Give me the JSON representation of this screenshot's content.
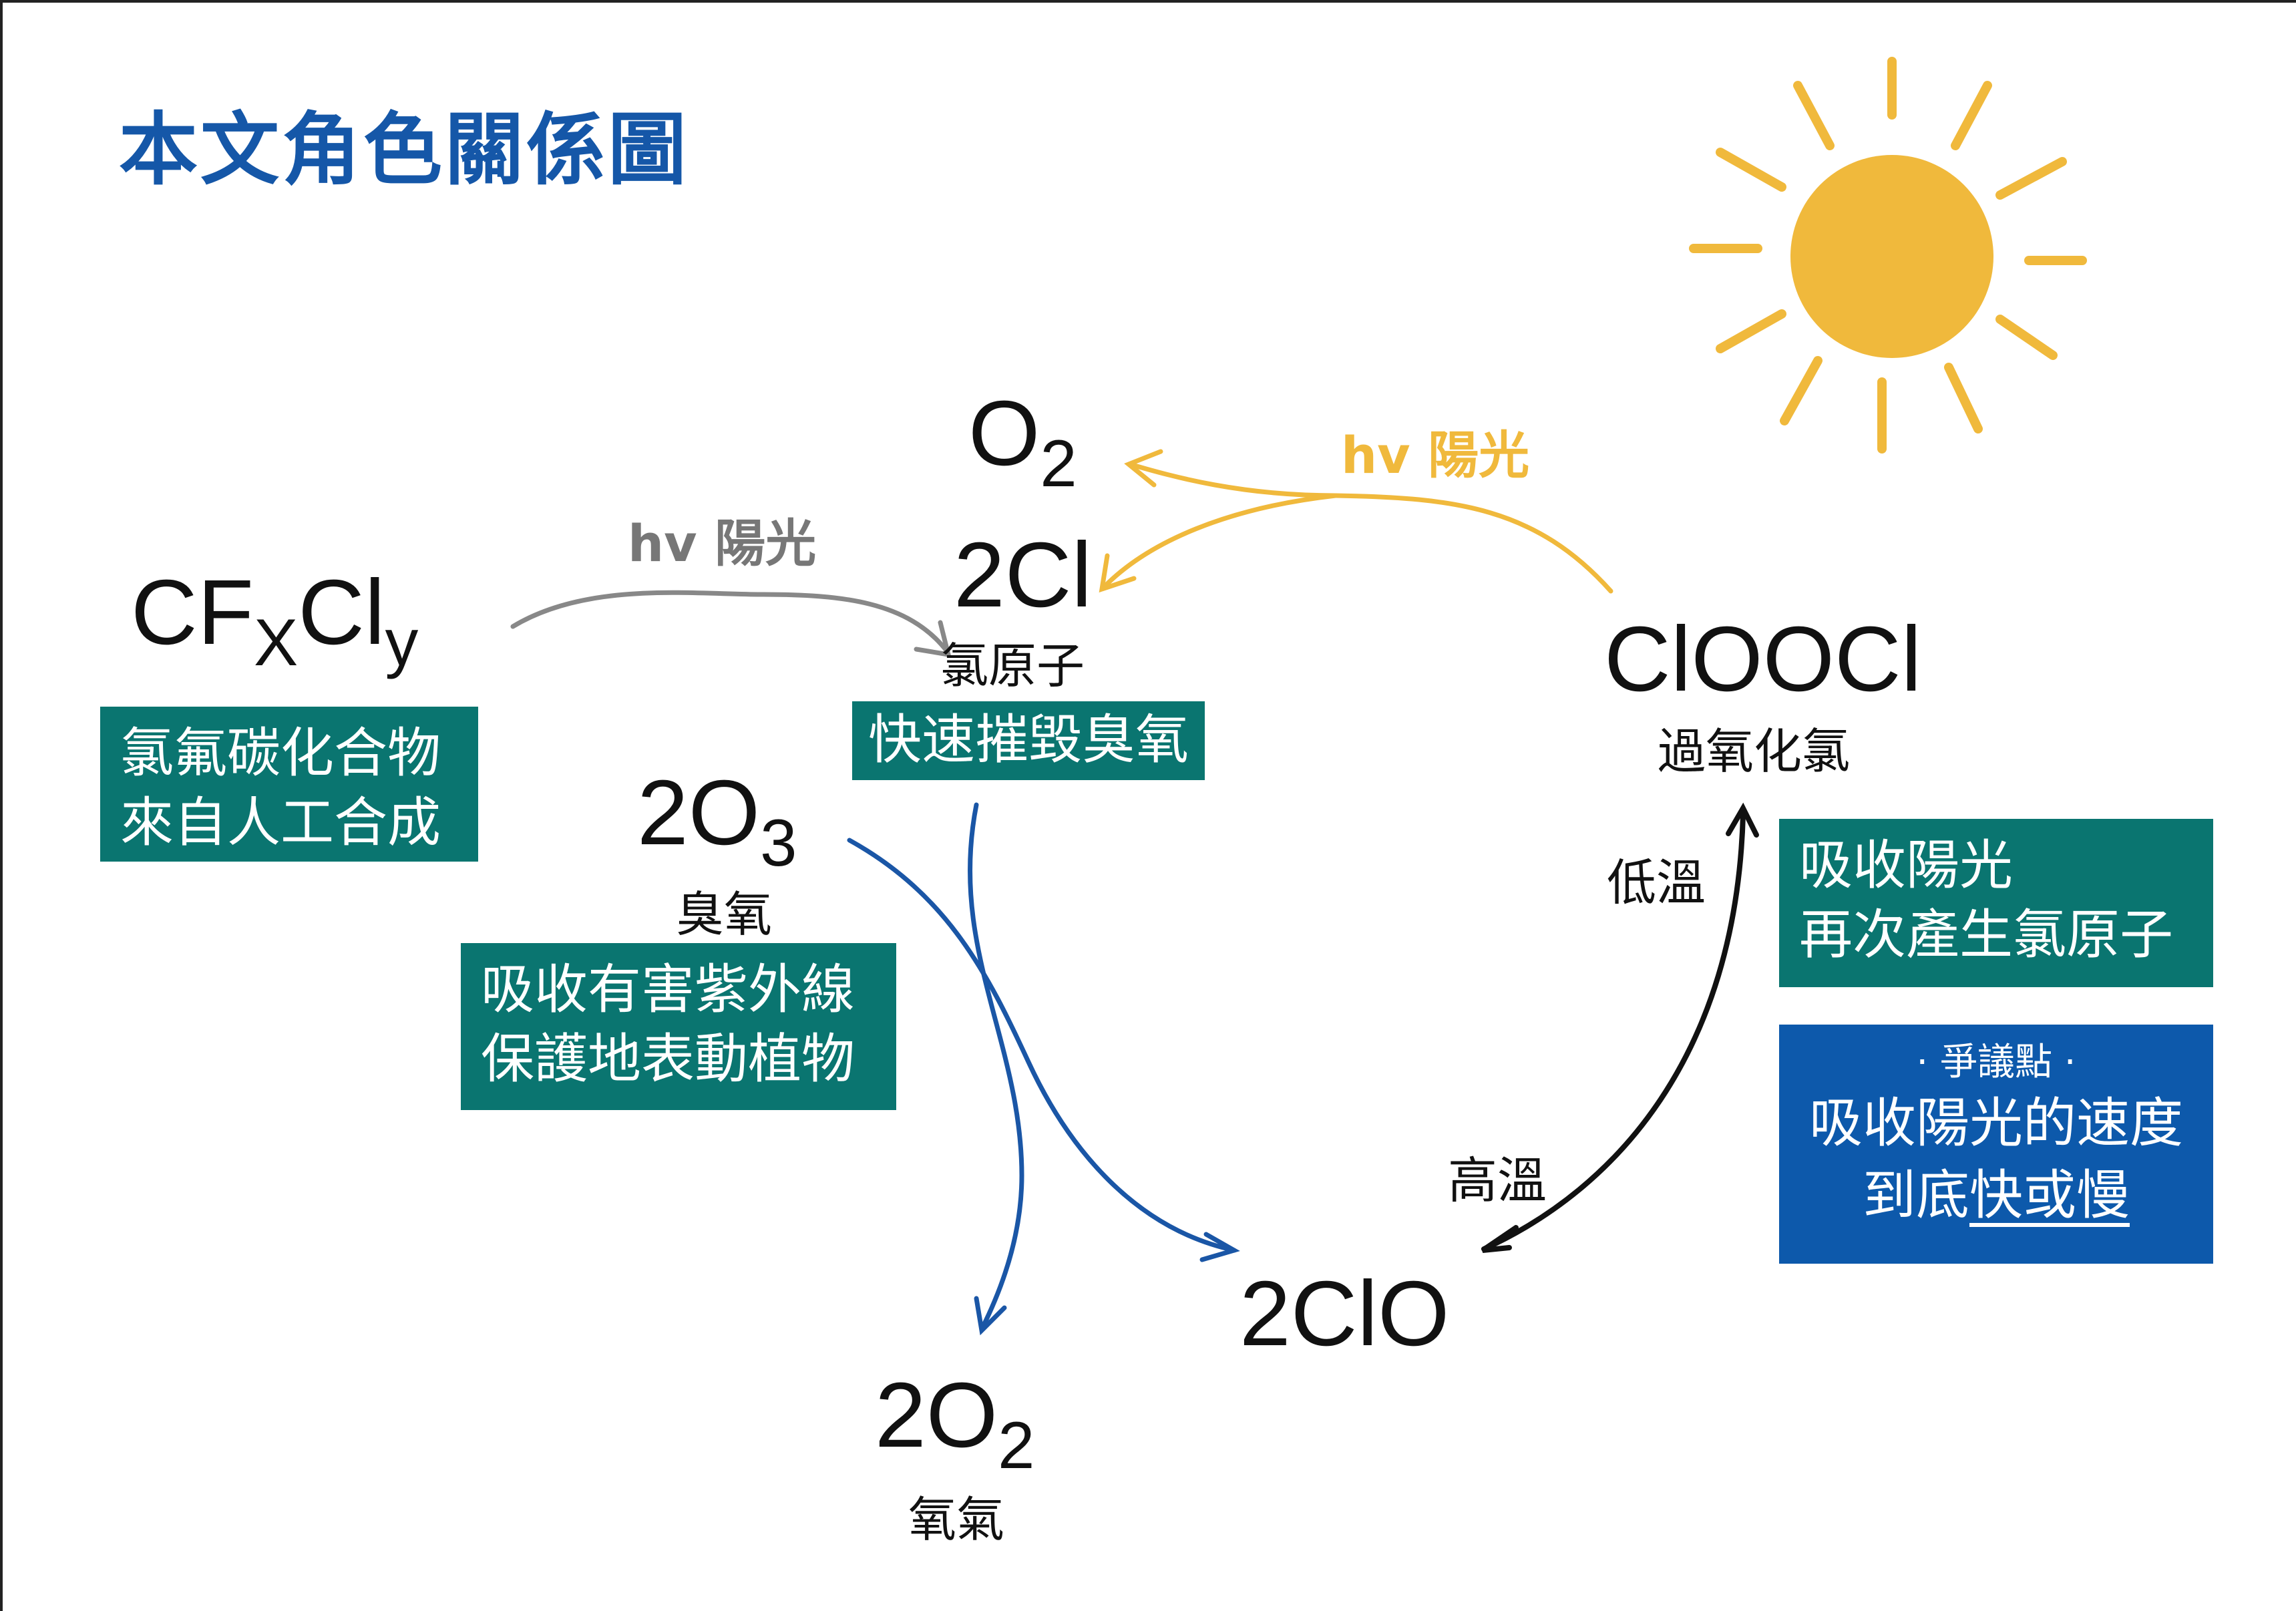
{
  "title": "本文角色關係圖",
  "colors": {
    "title": "#1557a8",
    "teal_box": "#0a7570",
    "blue_box": "#0d59ab",
    "blue_arrow": "#1a56a6",
    "sun": "#f0b93c",
    "gray_arrow": "#888888",
    "black_arrow": "#111111"
  },
  "nodes": {
    "cfc": {
      "main": "CF",
      "sub1": "X",
      "mid": "Cl",
      "sub2": "y",
      "box_line1": "氯氟碳化合物",
      "box_line2": "來自人工合成"
    },
    "cl": {
      "formula": "2Cl",
      "name": "氯原子",
      "box": "快速摧毀臭氧"
    },
    "o2_top": {
      "main": "O",
      "sub": "2"
    },
    "o3": {
      "main": "2O",
      "sub": "3",
      "name": "臭氧",
      "box_line1": "吸收有害紫外線",
      "box_line2": "保護地表動植物"
    },
    "o2_bottom": {
      "main": "2O",
      "sub": "2",
      "name": "氧氣"
    },
    "clo": {
      "formula": "2ClO"
    },
    "clooc": {
      "formula": "ClOOCl",
      "name": "過氧化氯",
      "box_line1": "吸收陽光",
      "box_line2": "再次產生氯原子"
    }
  },
  "labels": {
    "hv_gray": "hv 陽光",
    "hv_yellow": "hv 陽光",
    "low_temp": "低溫",
    "high_temp": "高溫"
  },
  "controversy": {
    "header": "· 爭議點 ·",
    "line1": "吸收陽光的速度",
    "line2_plain": "到底",
    "line2_underlined": "快或慢"
  },
  "icons": [
    "sun-icon"
  ]
}
